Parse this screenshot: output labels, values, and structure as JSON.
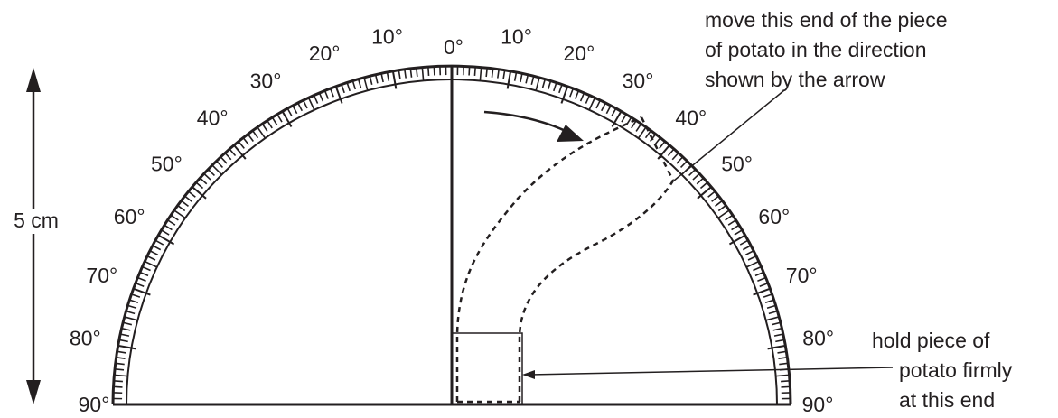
{
  "scale": {
    "left_labels": [
      "10°",
      "20°",
      "30°",
      "40°",
      "50°",
      "60°",
      "70°",
      "80°",
      "90°"
    ],
    "right_labels": [
      "10°",
      "20°",
      "30°",
      "40°",
      "50°",
      "60°",
      "70°",
      "80°",
      "90°"
    ],
    "zero_label": "0°"
  },
  "height_label": "5 cm",
  "annotations": {
    "top_right": [
      "move this end of the piece",
      "of potato in the direction",
      "shown by the arrow"
    ],
    "bottom_right": [
      "hold piece of",
      "potato firmly",
      "at this end"
    ]
  },
  "colors": {
    "ink": "#231f20",
    "background": "#ffffff"
  }
}
